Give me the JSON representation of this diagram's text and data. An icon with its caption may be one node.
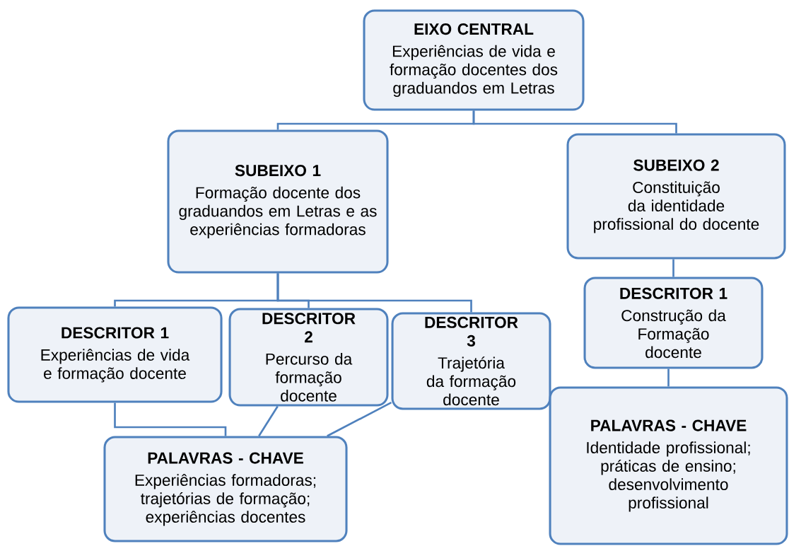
{
  "diagram": {
    "nodes": [
      {
        "text": [
          "EIXO CENTRAL",
          "Experiências de vida e formação docentes dos graduandos em Letras"
        ]
      },
      {
        "text": [
          "SUBEIXO 1",
          "Formação docente dos graduandos em Letras e as experiências formadoras"
        ]
      },
      {
        "text": [
          "SUBEIXO 2",
          "Constituição da identidade profissional do docente"
        ]
      },
      {
        "text": [
          "DESCRITOR 1",
          "Experiências de vida e formação docente"
        ]
      },
      {
        "text": [
          "DESCRITOR 2",
          "Percurso da formação docente"
        ]
      },
      {
        "text": [
          "DESCRITOR 3",
          "Trajetória da formação docente"
        ]
      },
      {
        "text": [
          "PALAVRAS - CHAVE",
          "Experiências formadoras; trajetórias de formação; experiências docentes"
        ]
      },
      {
        "text": [
          "DESCRITOR 1",
          "Construção da Formação docente"
        ]
      },
      {
        "text": [
          "PALAVRAS - CHAVE",
          "Identidade profissional; práticas de ensino; desenvolvimento profissional"
        ]
      }
    ],
    "edges": [
      {
        "from": 0,
        "to": 1,
        "arrow": "none"
      },
      {
        "from": 0,
        "to": 2,
        "arrow": "none"
      },
      {
        "from": 1,
        "to": 3,
        "arrow": "none"
      },
      {
        "from": 1,
        "to": 4,
        "arrow": "none"
      },
      {
        "from": 1,
        "to": 5,
        "arrow": "none"
      },
      {
        "from": 3,
        "to": 6,
        "arrow": "none"
      },
      {
        "from": 4,
        "to": 6,
        "arrow": "none"
      },
      {
        "from": 5,
        "to": 6,
        "arrow": "none"
      },
      {
        "from": 2,
        "to": 7,
        "arrow": "none"
      },
      {
        "from": 7,
        "to": 8,
        "arrow": "none"
      }
    ]
  }
}
